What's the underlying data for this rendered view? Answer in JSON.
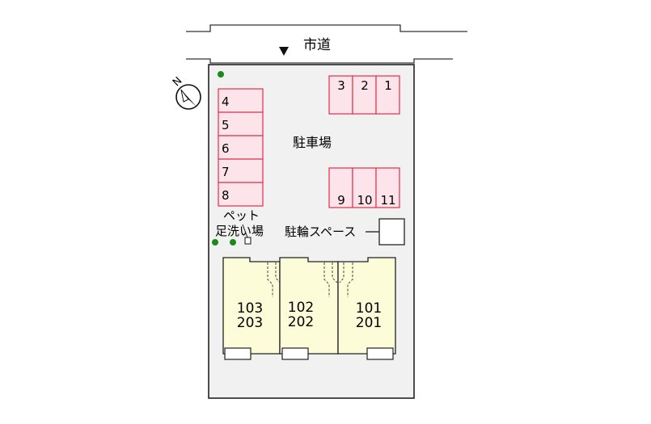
{
  "road": {
    "label": "市道"
  },
  "compass": {
    "label": "N"
  },
  "parking_area": {
    "label": "駐車場"
  },
  "parking_spots_top": [
    "3",
    "2",
    "1"
  ],
  "parking_spots_left": [
    "4",
    "5",
    "6",
    "7",
    "8"
  ],
  "parking_spots_bottom": [
    "9",
    "10",
    "11"
  ],
  "pet_wash": {
    "line1": "ペット",
    "line2": "足洗い場"
  },
  "bicycle_area": {
    "label": "駐輪スペース"
  },
  "units": [
    {
      "upper": "103",
      "lower": "203"
    },
    {
      "upper": "102",
      "lower": "202"
    },
    {
      "upper": "101",
      "lower": "201"
    }
  ],
  "colors": {
    "parking_fill": "#fce4ea",
    "parking_stroke": "#e0304a",
    "building_fill": "#fdfcd8",
    "lot_fill": "#f1f1f1",
    "tree": "#1b8a1b"
  }
}
